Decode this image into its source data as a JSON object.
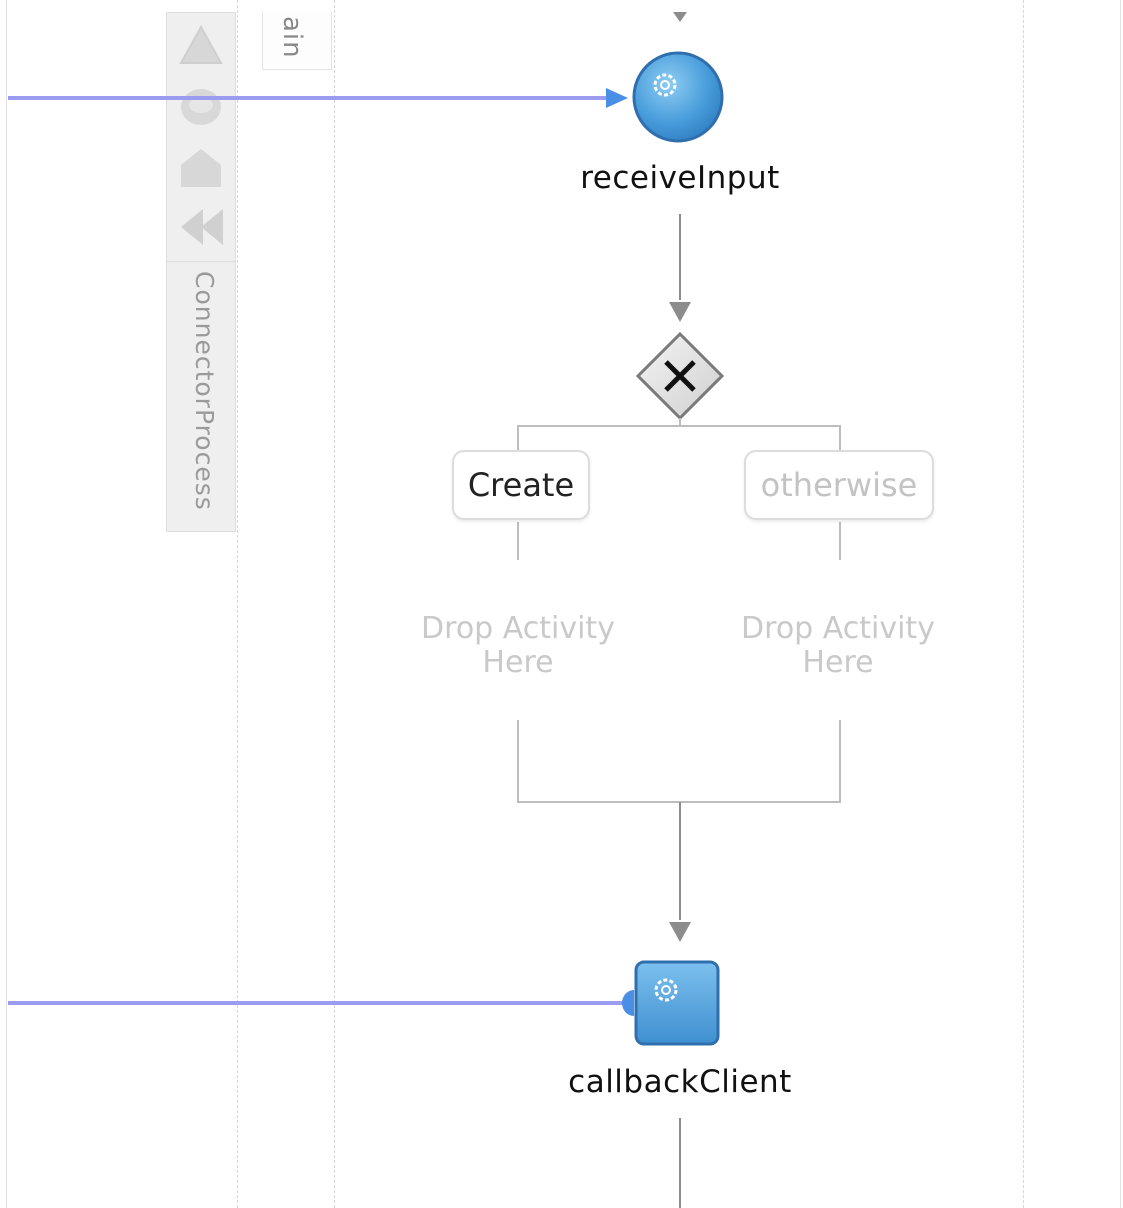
{
  "palette": {
    "title": "ConnectorProcess",
    "icons": [
      "triangle-icon",
      "gear-icon",
      "house-icon",
      "rewind-icon"
    ]
  },
  "tab": {
    "label": "ain"
  },
  "process": {
    "receive": {
      "label": "receiveInput",
      "icon": "gear-icon"
    },
    "switch": {
      "icon": "close-icon"
    },
    "cases": [
      {
        "label": "Create",
        "drop_text": "Drop Activity Here"
      },
      {
        "label": "otherwise",
        "drop_text": "Drop Activity Here"
      }
    ],
    "callback": {
      "label": "callbackClient",
      "icon": "gear-icon"
    }
  },
  "colors": {
    "connector": "#9b9bf2",
    "node_fill": "#4b9fdc",
    "node_border": "#2f6fae",
    "flow_line": "#8c8c8c",
    "muted_text": "#c9c9c9"
  }
}
